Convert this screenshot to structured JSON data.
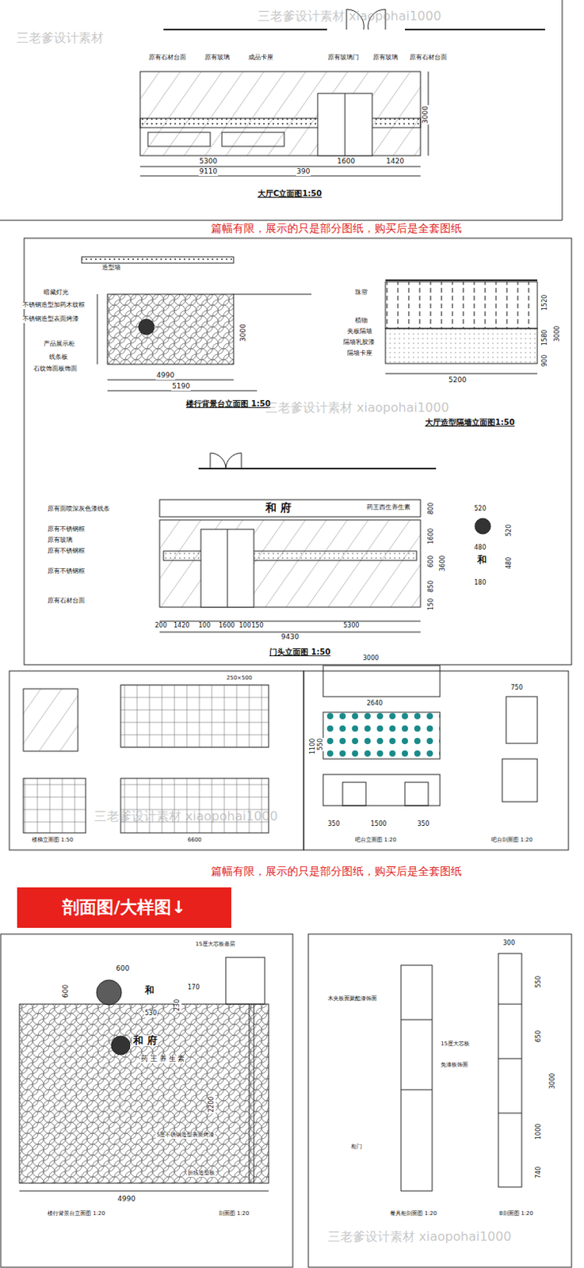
{
  "diagram": {
    "nodes": [
      {
        "text": [
          "剖面图/大样图↓"
        ]
      }
    ],
    "labels": [
      "原有石材台面",
      "原有玻璃",
      "成品卡座",
      "原有玻璃门",
      "原有玻璃",
      "原有石材台面",
      "3000",
      "5300",
      "9110",
      "390",
      "1600",
      "1420",
      "大厅C立面图1:50",
      "三老爹设计素材",
      "三老爹设计素材 xiaopohai1000",
      "篇幅有限，展示的只是部分图纸，购买后是全套图纸",
      "造型墙",
      "暗藏灯光",
      "不锈钢造型加药木纹框",
      "不锈钢造型表面烤漆",
      "产品展示柜",
      "线条板",
      "石纹饰面板饰面",
      "3000",
      "4990",
      "5190",
      "楼行背景台立面图 1:50",
      "珠帘",
      "植物",
      "夹板隔墙",
      "隔墙乳胶漆",
      "隔墙卡座",
      "1520",
      "1580",
      "900",
      "3000",
      "5200",
      "大厅造型隔墙立面图1:50",
      "三老爹设计素材 xiaopohai1000",
      "和 府",
      "药王西生养生素",
      "原有面喷深灰色漆线条",
      "原有不锈钢框",
      "原有玻璃",
      "原有不锈钢框",
      "原有不锈钢框",
      "原有石材台面",
      "800",
      "1600",
      "3600",
      "600",
      "850",
      "150",
      "200",
      "1420",
      "100",
      "1600",
      "100",
      "150",
      "5300",
      "9430",
      "门头立面图 1:50",
      "520",
      "520",
      "480",
      "和",
      "480",
      "180",
      "3000",
      "2640",
      "750",
      "1100",
      "550",
      "1500",
      "350",
      "350",
      "吧台立面图 1:20",
      "吧台剖面图 1:20",
      "楼梯立面图 1:50",
      "6600",
      "250×500",
      "三老爹设计素材 xiaopohai1000",
      "篇幅有限，展示的只是部分图纸，购买后是全套图纸",
      "600",
      "600",
      "和",
      "530",
      "230",
      "170",
      "和 府",
      "药 王 养 生 素",
      "4990",
      "2200",
      "楼行背景台立面图 1:20",
      "剖面图 1:20",
      "15厘大芯板基层",
      "5厘不锈钢造型表面烤漆",
      "折线造型板",
      "300",
      "550",
      "650",
      "3000",
      "1000",
      "740",
      "15厘大芯板",
      "免漆板饰面",
      "餐具柜剖面图 1:20",
      "B剖面图 1:20",
      "木夹板面聚酯漆饰面",
      "柜门",
      "三老爹设计素材 xiaopohai1000"
    ]
  }
}
